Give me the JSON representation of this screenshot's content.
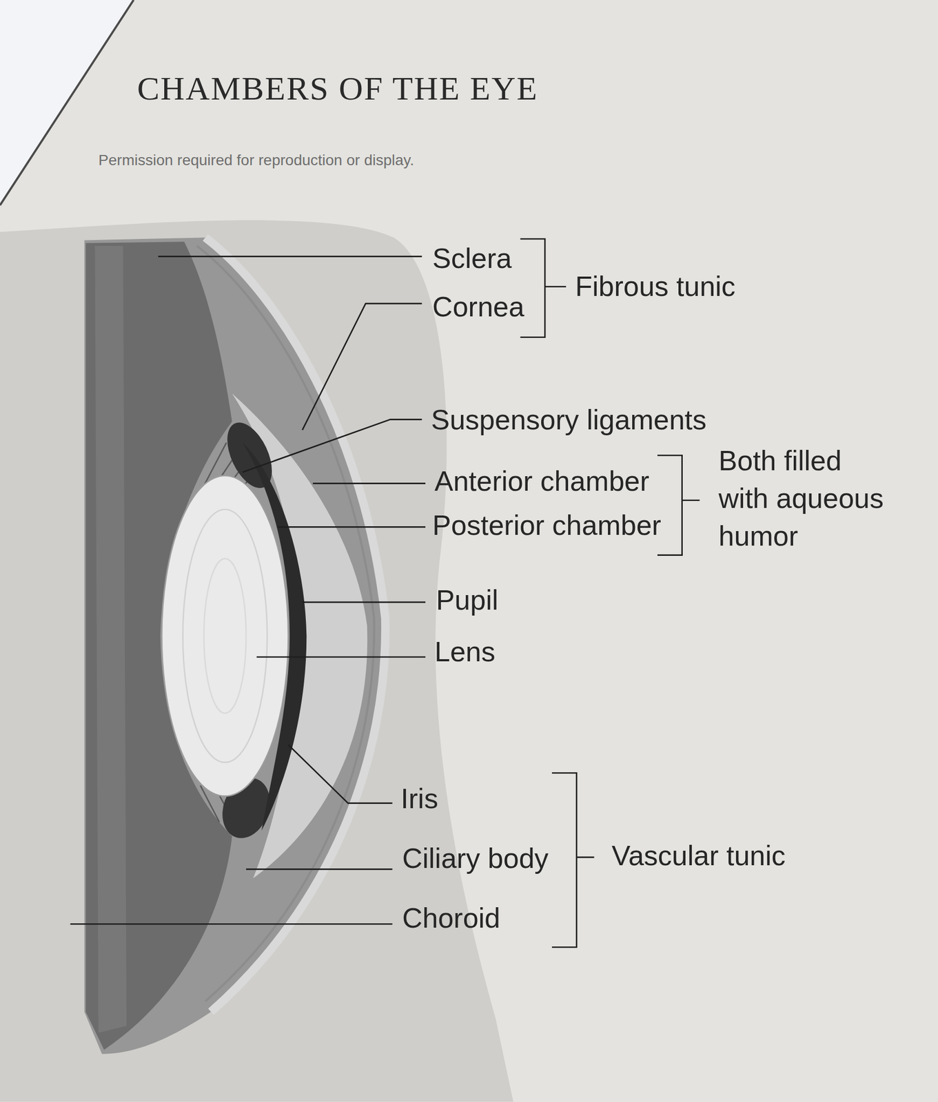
{
  "diagram": {
    "title": "CHAMBERS OF THE EYE",
    "labels": [
      "Permission required for reproduction or display.",
      "Sclera",
      "Cornea",
      "Fibrous tunic",
      "Suspensory ligaments",
      "Anterior chamber",
      "Posterior chamber",
      "Both filled with aqueous humor",
      "Pupil",
      "Lens",
      "Iris",
      "Ciliary body",
      "Vascular tunic",
      "Choroid"
    ]
  }
}
